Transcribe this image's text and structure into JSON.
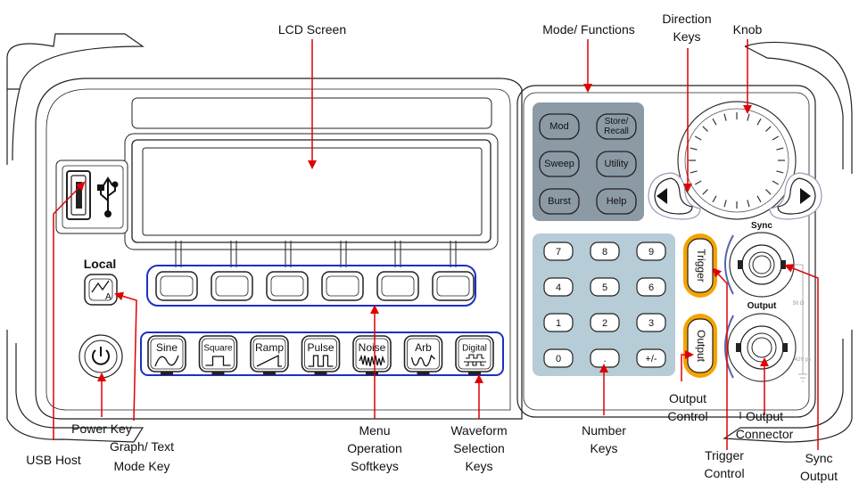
{
  "callouts": {
    "lcd_screen": "LCD Screen",
    "mode_functions": "Mode/ Functions",
    "direction_keys": [
      "Direction",
      "Keys"
    ],
    "knob": "Knob",
    "usb_host": "USB Host",
    "power_key": "Power Key",
    "graph_text_mode_key": [
      "Graph/ Text",
      "Mode Key"
    ],
    "menu_operation_softkeys": [
      "Menu",
      "Operation",
      "Softkeys"
    ],
    "waveform_selection_keys": [
      "Waveform",
      "Selection",
      "Keys"
    ],
    "number_keys": [
      "Number",
      "Keys"
    ],
    "output_control": [
      "Output",
      "Control"
    ],
    "output_connector": [
      "Output",
      "Connector"
    ],
    "trigger_control": [
      "Trigger",
      "Control"
    ],
    "sync_output": [
      "Sync",
      "Output"
    ]
  },
  "panel": {
    "local_label": "Local",
    "mode_keys": [
      "Mod",
      "Store/\nRecall",
      "Sweep",
      "Utility",
      "Burst",
      "Help"
    ],
    "number_keys": [
      "7",
      "8",
      "9",
      "4",
      "5",
      "6",
      "1",
      "2",
      "3",
      "0",
      ".",
      "+/-"
    ],
    "waveform_keys": [
      "Sine",
      "Square",
      "Ramp",
      "Pulse",
      "Noise",
      "Arb",
      "Digital"
    ],
    "trigger_button": "Trigger",
    "output_button": "Output",
    "sync_label": "Sync",
    "output_label": "Output",
    "impedance_label": "50 Ω",
    "voltage_label": "42V pk"
  },
  "colors": {
    "annotation_arrow": "#e00000",
    "callout_box": "#1d2fc4",
    "mode_block": "#8c9aa6",
    "number_block": "#b6ccd6",
    "orange_ring": "#f5a300",
    "key_face": "#ffffff"
  }
}
